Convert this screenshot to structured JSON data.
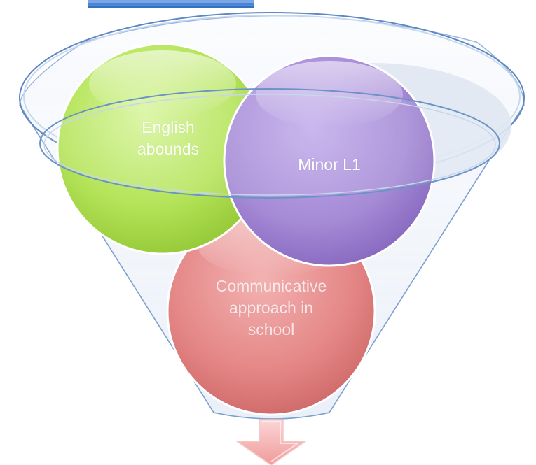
{
  "diagram": {
    "circles": [
      {
        "id": "english",
        "label": "English\nabounds",
        "color": "#b5e45a"
      },
      {
        "id": "minor",
        "label": "Minor L1",
        "color": "#a98bd8"
      },
      {
        "id": "comm",
        "label": "Communicative\napproach in\nschool",
        "color": "#e07f7f"
      }
    ],
    "colors": {
      "funnel_outline": "#6a93c6",
      "funnel_fill": "#e9eff8",
      "top_box": "#3a78d3",
      "arrow": "#f4b8b8"
    }
  }
}
